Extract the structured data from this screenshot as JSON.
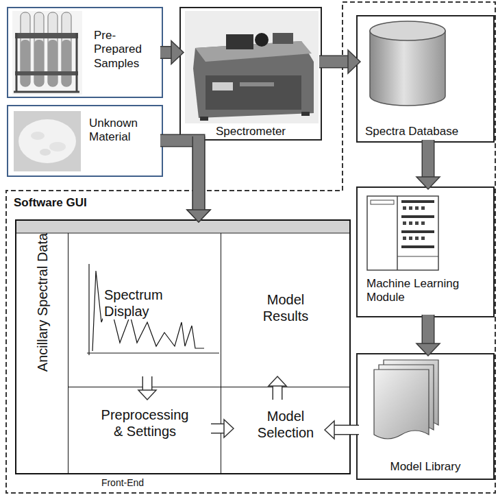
{
  "diagram": {
    "nodes": [
      {
        "text": [
          "Pre-Prepared Samples"
        ]
      },
      {
        "text": [
          "Unknown Material"
        ]
      },
      {
        "text": [
          "Spectrometer"
        ]
      },
      {
        "text": [
          "Software GUI"
        ]
      },
      {
        "text": [
          "Spectra Database"
        ],
        "in": 3
      },
      {
        "text": [
          "Machine Learning Module"
        ],
        "in": 3
      },
      {
        "text": [
          "Model Library"
        ],
        "in": 3
      },
      {
        "text": [
          "Front-End"
        ],
        "in": 3
      },
      {
        "text": [
          "Ancillary Spectral Data"
        ],
        "in": 7
      },
      {
        "text": [
          "Spectrum Display"
        ],
        "in": 7
      },
      {
        "text": [
          "Model Results"
        ],
        "in": 7
      },
      {
        "text": [
          "Preprocessing & Settings"
        ],
        "in": 7
      },
      {
        "text": [
          "Model Selection"
        ],
        "in": 7
      }
    ],
    "edges": [
      {
        "from": 0,
        "to": 2,
        "arrow": "to"
      },
      {
        "from": 1,
        "to": 7,
        "arrow": "to"
      },
      {
        "from": 2,
        "to": 7,
        "arrow": "to"
      },
      {
        "from": 2,
        "to": 4,
        "arrow": "to"
      },
      {
        "from": 4,
        "to": 5,
        "arrow": "to"
      },
      {
        "from": 5,
        "to": 6,
        "arrow": "to"
      },
      {
        "from": 6,
        "to": 12,
        "arrow": "to"
      },
      {
        "from": 9,
        "to": 11,
        "arrow": "to"
      },
      {
        "from": 11,
        "to": 12,
        "arrow": "to"
      },
      {
        "from": 12,
        "to": 10,
        "arrow": "to"
      }
    ]
  }
}
